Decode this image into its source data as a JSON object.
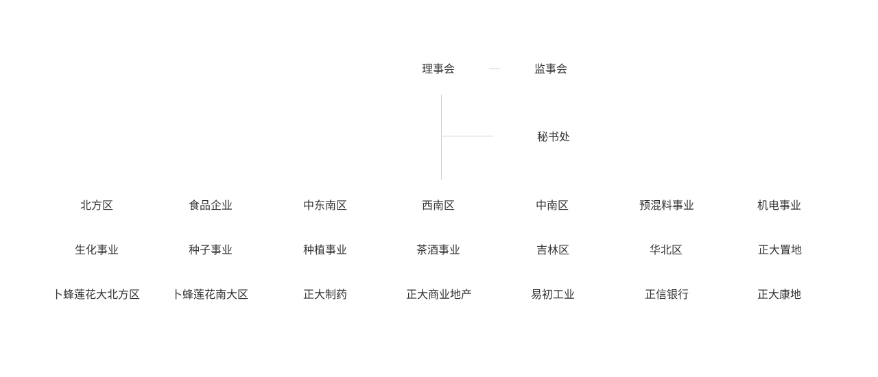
{
  "top": {
    "council": "理事会",
    "supervisors": "监事会",
    "secretariat": "秘书处"
  },
  "units": [
    [
      "北方区",
      "食品企业",
      "中东南区",
      "西南区",
      "中南区",
      "预混料事业",
      "机电事业"
    ],
    [
      "生化事业",
      "种子事业",
      "种植事业",
      "茶酒事业",
      "吉林区",
      "华北区",
      "正大置地"
    ],
    [
      "卜蜂莲花大北方区",
      "卜蜂莲花南大区",
      "正大制药",
      "正大商业地产",
      "易初工业",
      "正信银行",
      "正大康地"
    ]
  ]
}
